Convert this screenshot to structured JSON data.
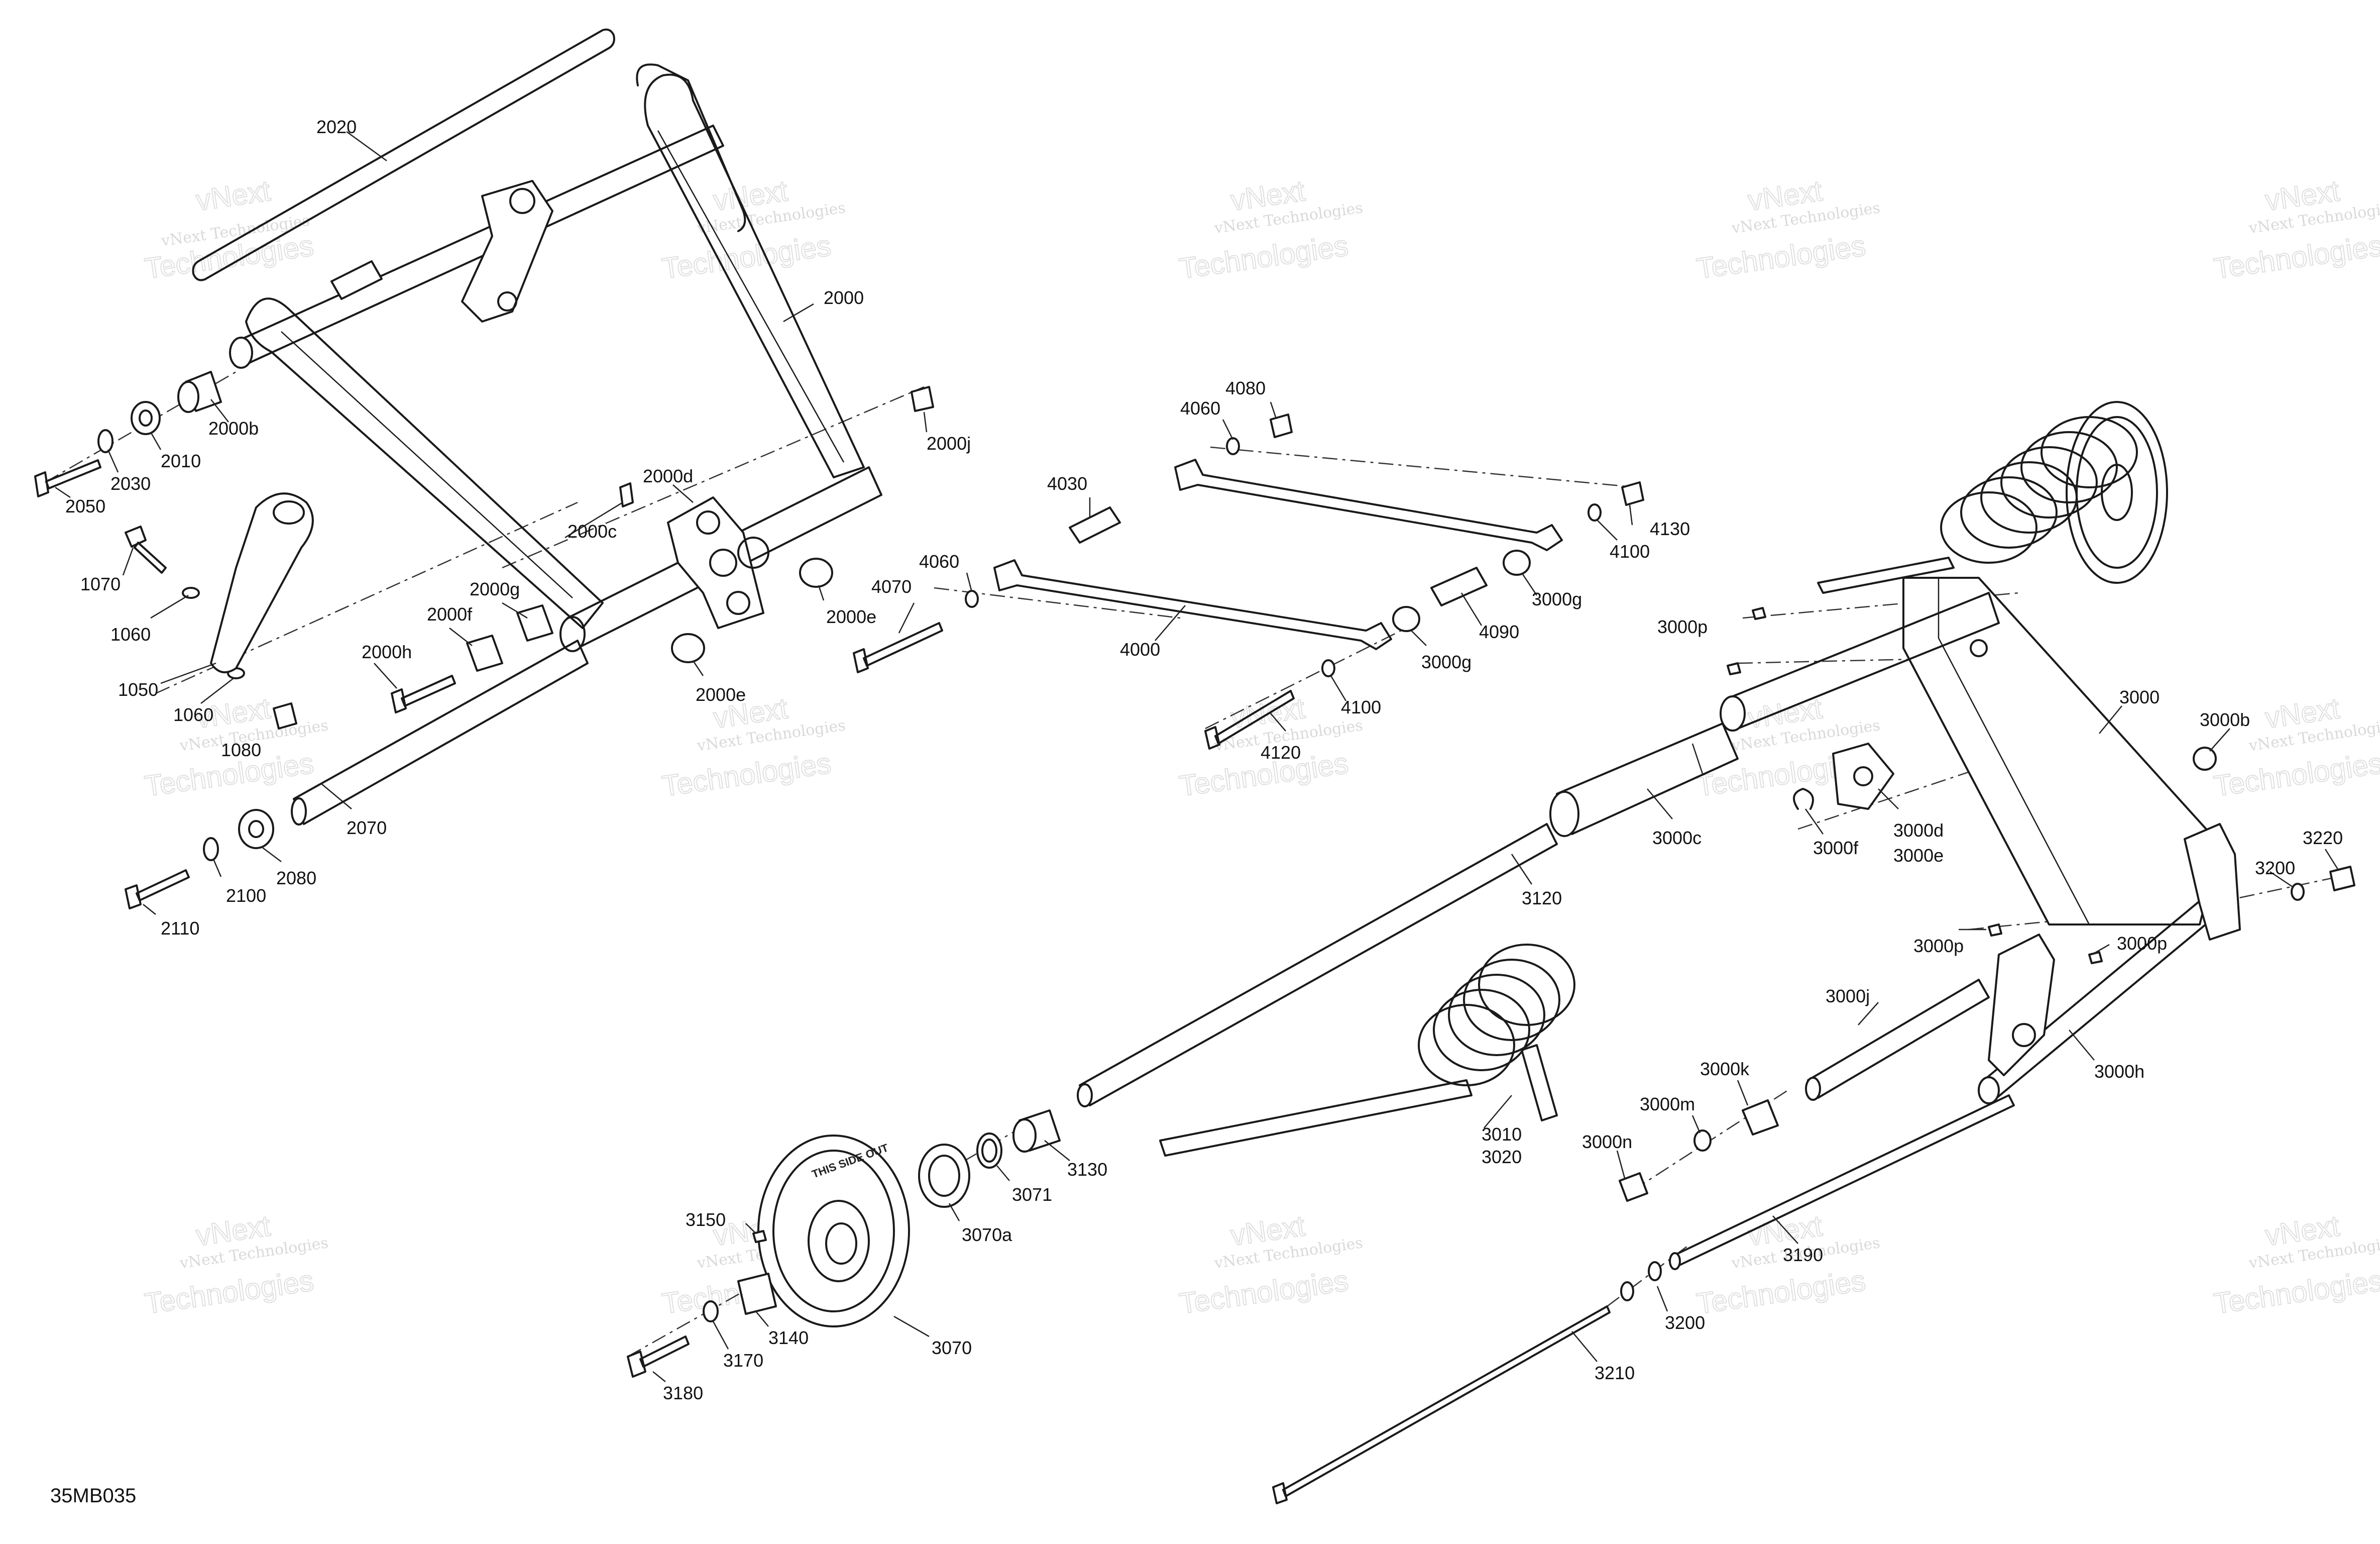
{
  "diagram": {
    "drawing_number": "35MB035",
    "watermark": {
      "line1": "vNext Technologies",
      "line2": "vNext",
      "line3": "Technologies"
    },
    "wheel_stamp": "THIS SIDE OUT",
    "callouts": [
      {
        "id": "c2020",
        "text": "2020"
      },
      {
        "id": "c2000",
        "text": "2000"
      },
      {
        "id": "c2000b",
        "text": "2000b"
      },
      {
        "id": "c2010",
        "text": "2010"
      },
      {
        "id": "c2030",
        "text": "2030"
      },
      {
        "id": "c2050",
        "text": "2050"
      },
      {
        "id": "c1070",
        "text": "1070"
      },
      {
        "id": "c1060a",
        "text": "1060"
      },
      {
        "id": "c1050",
        "text": "1050"
      },
      {
        "id": "c1060b",
        "text": "1060"
      },
      {
        "id": "c1080",
        "text": "1080"
      },
      {
        "id": "c2000c",
        "text": "2000c"
      },
      {
        "id": "c2000d",
        "text": "2000d"
      },
      {
        "id": "c2000j",
        "text": "2000j"
      },
      {
        "id": "c2000g",
        "text": "2000g"
      },
      {
        "id": "c2000f",
        "text": "2000f"
      },
      {
        "id": "c2000h",
        "text": "2000h"
      },
      {
        "id": "c2000e1",
        "text": "2000e"
      },
      {
        "id": "c2000e2",
        "text": "2000e"
      },
      {
        "id": "c2070",
        "text": "2070"
      },
      {
        "id": "c2080",
        "text": "2080"
      },
      {
        "id": "c2100",
        "text": "2100"
      },
      {
        "id": "c2110",
        "text": "2110"
      },
      {
        "id": "c4070",
        "text": "4070"
      },
      {
        "id": "c4060a",
        "text": "4060"
      },
      {
        "id": "c4030",
        "text": "4030"
      },
      {
        "id": "c4060b",
        "text": "4060"
      },
      {
        "id": "c4080",
        "text": "4080"
      },
      {
        "id": "c4000",
        "text": "4000"
      },
      {
        "id": "c4100a",
        "text": "4100"
      },
      {
        "id": "c4130",
        "text": "4130"
      },
      {
        "id": "c4090",
        "text": "4090"
      },
      {
        "id": "c3000g1",
        "text": "3000g"
      },
      {
        "id": "c3000g2",
        "text": "3000g"
      },
      {
        "id": "c4100b",
        "text": "4100"
      },
      {
        "id": "c4120",
        "text": "4120"
      },
      {
        "id": "c3000p1",
        "text": "3000p"
      },
      {
        "id": "c3000",
        "text": "3000"
      },
      {
        "id": "c3000b",
        "text": "3000b"
      },
      {
        "id": "c3000c",
        "text": "3000c"
      },
      {
        "id": "c3000f",
        "text": "3000f"
      },
      {
        "id": "c3000d",
        "text": "3000d"
      },
      {
        "id": "c3000e",
        "text": "3000e"
      },
      {
        "id": "c3220",
        "text": "3220"
      },
      {
        "id": "c3200a",
        "text": "3200"
      },
      {
        "id": "c3120",
        "text": "3120"
      },
      {
        "id": "c3000p2",
        "text": "3000p"
      },
      {
        "id": "c3000p3",
        "text": "3000p"
      },
      {
        "id": "c3000j",
        "text": "3000j"
      },
      {
        "id": "c3000h",
        "text": "3000h"
      },
      {
        "id": "c3000k",
        "text": "3000k"
      },
      {
        "id": "c3000m",
        "text": "3000m"
      },
      {
        "id": "c3000n",
        "text": "3000n"
      },
      {
        "id": "c3010",
        "text": "3010"
      },
      {
        "id": "c3020",
        "text": "3020"
      },
      {
        "id": "c3130",
        "text": "3130"
      },
      {
        "id": "c3071",
        "text": "3071"
      },
      {
        "id": "c3070a",
        "text": "3070a"
      },
      {
        "id": "c3150",
        "text": "3150"
      },
      {
        "id": "c3140",
        "text": "3140"
      },
      {
        "id": "c3070",
        "text": "3070"
      },
      {
        "id": "c3170",
        "text": "3170"
      },
      {
        "id": "c3180",
        "text": "3180"
      },
      {
        "id": "c3190",
        "text": "3190"
      },
      {
        "id": "c3200b",
        "text": "3200"
      },
      {
        "id": "c3210",
        "text": "3210"
      }
    ]
  }
}
